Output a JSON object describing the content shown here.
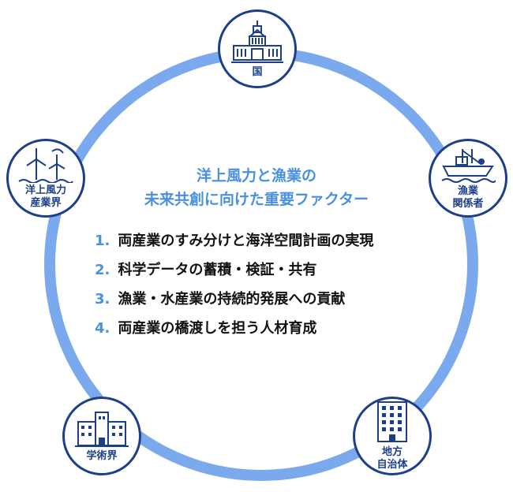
{
  "title": "洋上風力と漁業の\n未来共創に向けた重要ファクター",
  "factors": [
    {
      "number": "1.",
      "text": "両産業のすみ分けと海洋空間計画の実現"
    },
    {
      "number": "2.",
      "text": "科学データの蓄積・検証・共有"
    },
    {
      "number": "3.",
      "text": "漁業・水産業の持続的発展への貢献"
    },
    {
      "number": "4.",
      "text": "両産業の橋渡しを担う人材育成"
    }
  ],
  "stakeholders": [
    {
      "label": "国",
      "icon": "parliament-building-icon"
    },
    {
      "label": "漁業\n関係者",
      "icon": "fishing-boat-icon"
    },
    {
      "label": "地方\n自治体",
      "icon": "office-building-icon"
    },
    {
      "label": "学術界",
      "icon": "university-building-icon"
    },
    {
      "label": "洋上風力\n産業界",
      "icon": "wind-turbine-icon"
    }
  ],
  "colors": {
    "ring": "#7aa9ee",
    "navy": "#1d3f8a",
    "accent": "#4a90e2"
  }
}
